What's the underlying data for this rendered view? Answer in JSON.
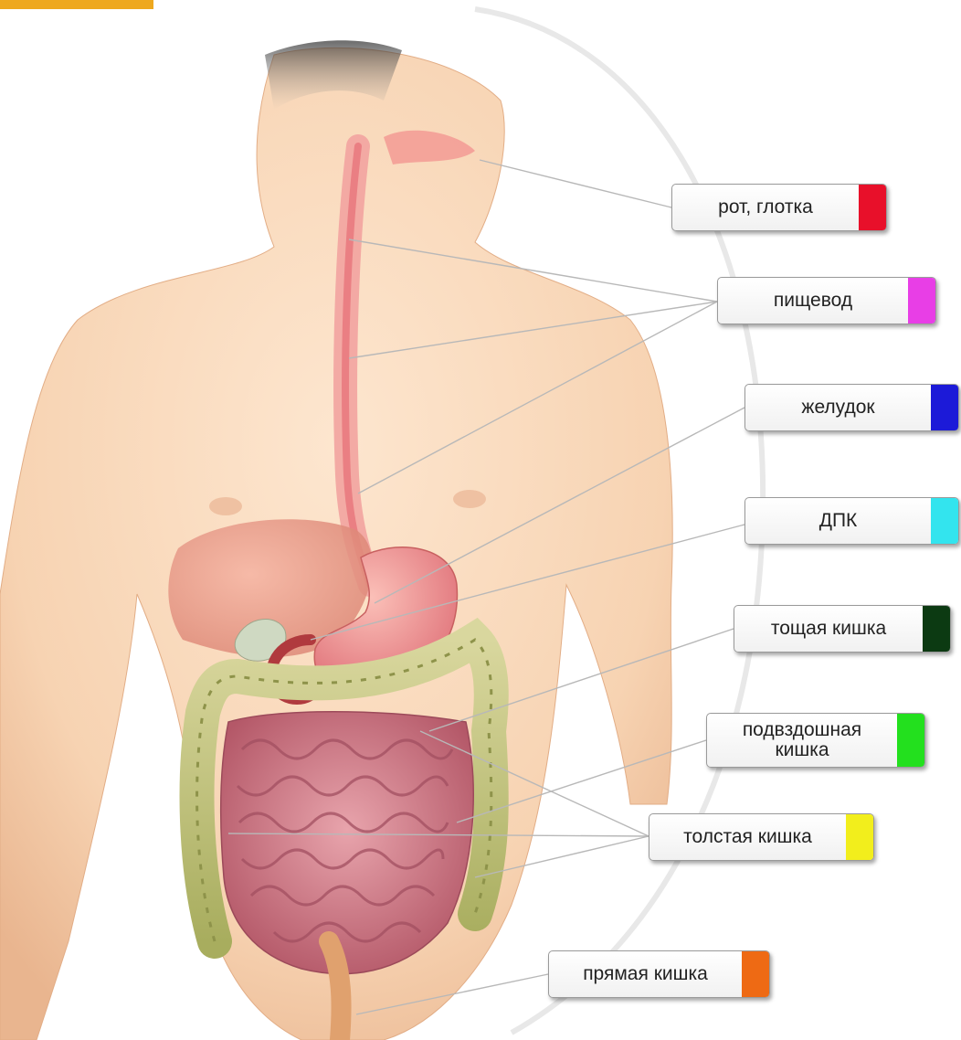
{
  "labels": [
    {
      "id": "mouth",
      "text": "рот, глотка",
      "color": "#e8102a"
    },
    {
      "id": "esophagus",
      "text": "пищевод",
      "color": "#e83ee6"
    },
    {
      "id": "stomach",
      "text": "желудок",
      "color": "#1c1ad8"
    },
    {
      "id": "duodenum",
      "text": "ДПК",
      "color": "#33e4ee"
    },
    {
      "id": "jejunum",
      "text": "тощая кишка",
      "color": "#0c3a12"
    },
    {
      "id": "ileum",
      "text": "подвздошная\nкишка",
      "color": "#23e01e"
    },
    {
      "id": "colon",
      "text": "толстая кишка",
      "color": "#f2ee1c"
    },
    {
      "id": "rectum",
      "text": "прямая кишка",
      "color": "#ee6a14"
    }
  ],
  "accent_tab_color": "#eea81e"
}
